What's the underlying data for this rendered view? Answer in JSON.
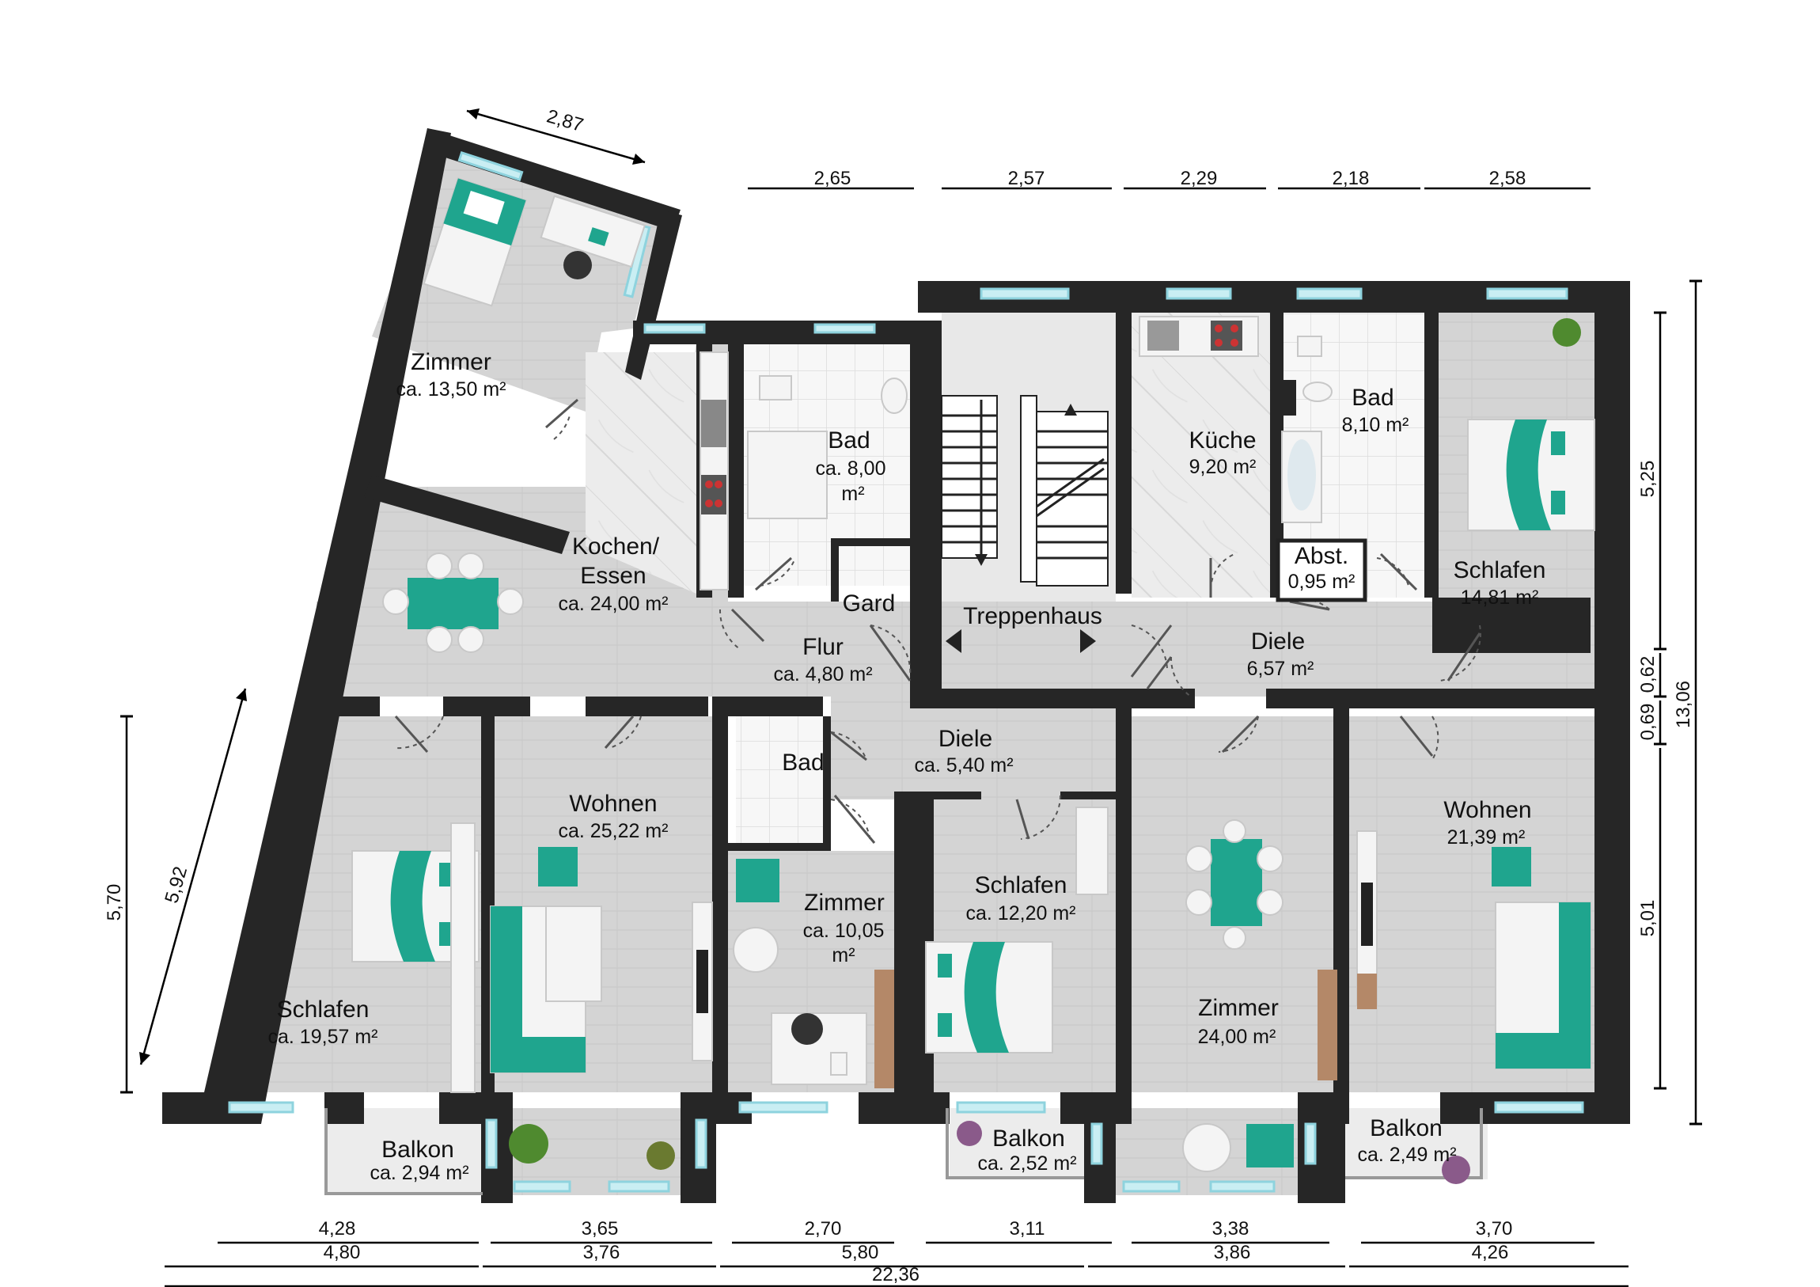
{
  "rooms": {
    "zimmer_nw": {
      "name": "Zimmer",
      "area": "ca. 13,50 m²"
    },
    "kochen": {
      "name_line1": "Kochen/",
      "name_line2": "Essen",
      "area": "ca. 24,00 m²"
    },
    "bad_1": {
      "name": "Bad",
      "area_line1": "ca. 8,00",
      "area_line2": "m²"
    },
    "gard": {
      "name": "Gard"
    },
    "treppenhaus": {
      "name": "Treppenhaus"
    },
    "kueche": {
      "name": "Küche",
      "area": "9,20 m²"
    },
    "bad_2": {
      "name": "Bad",
      "area": "8,10 m²"
    },
    "abst": {
      "name": "Abst.",
      "area": "0,95 m²"
    },
    "schlafen_ne": {
      "name": "Schlafen",
      "area": "14,81 m²"
    },
    "flur": {
      "name": "Flur",
      "area": "ca. 4,80 m²"
    },
    "diele_e": {
      "name": "Diele",
      "area": "6,57 m²"
    },
    "diele_c": {
      "name": "Diele",
      "area": "ca. 5,40 m²"
    },
    "bad_3": {
      "name": "Bad"
    },
    "wohnen_1": {
      "name": "Wohnen",
      "area": "ca. 25,22 m²"
    },
    "zimmer_c": {
      "name": "Zimmer",
      "area_line1": "ca. 10,05",
      "area_line2": "m²"
    },
    "schlafen_c": {
      "name": "Schlafen",
      "area": "ca. 12,20 m²"
    },
    "zimmer_se": {
      "name": "Zimmer",
      "area": "24,00 m²"
    },
    "wohnen_2": {
      "name": "Wohnen",
      "area": "21,39 m²"
    },
    "schlafen_sw": {
      "name": "Schlafen",
      "area": "ca. 19,57 m²"
    },
    "balkon_1": {
      "name": "Balkon",
      "area": "ca. 2,94 m²"
    },
    "balkon_2": {
      "name": "Balkon",
      "area": "ca. 2,52 m²"
    },
    "balkon_3": {
      "name": "Balkon",
      "area": "ca. 2,49 m²"
    }
  },
  "dimensions": {
    "top_diag": "2,87",
    "top": [
      "2,65",
      "2,57",
      "2,29",
      "2,18",
      "2,58"
    ],
    "right": [
      "5,25",
      "0,62",
      "0,69",
      "5,01"
    ],
    "right_total": "13,06",
    "left_vert": "5,70",
    "left_diag": "5,92",
    "bottom_row1": [
      "4,28",
      "3,65",
      "2,70",
      "3,11",
      "3,38",
      "3,70"
    ],
    "bottom_row2": [
      "4,80",
      "3,76",
      "5,80",
      "3,86",
      "4,26"
    ],
    "bottom_total": "22,36"
  },
  "colors": {
    "wall": "#262626",
    "floor": "#d6d6d6",
    "accent": "#1fa58e",
    "window": "#c9eef3"
  }
}
